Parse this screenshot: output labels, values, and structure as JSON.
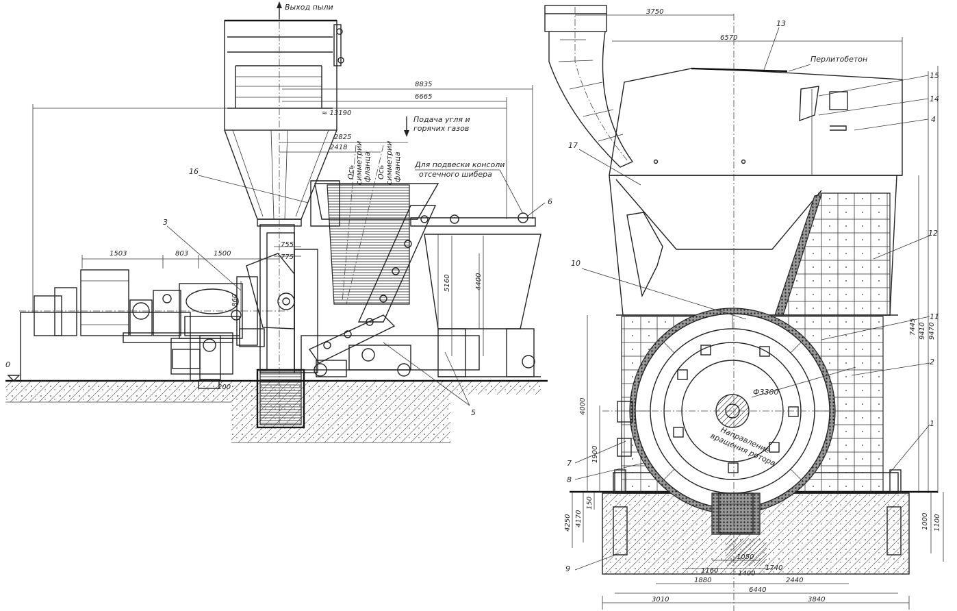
{
  "labels": {
    "dust_outlet": "Выход пыли",
    "coal_feed_line1": "Подача угля и",
    "coal_feed_line2": "горячих газов",
    "flange_axis_1_line1": "Ось",
    "flange_axis_1_line2": "симметрии",
    "flange_axis_1_line3": "фланца",
    "flange_axis_2_line1": "Ось",
    "flange_axis_2_line2": "симметрии",
    "flange_axis_2_line3": "фланца",
    "console_note_line1": "Для подвески консоли",
    "console_note_line2": "отсечного   шибера",
    "perlite": "Перлитобетон",
    "rotor_dir_line1": "Направление",
    "rotor_dir_line2": "вращения ротора",
    "diameter": "Ф3300",
    "zero_mark": "0"
  },
  "leaders": [
    "1",
    "2",
    "3",
    "4",
    "5",
    "6",
    "7",
    "8",
    "9",
    "10",
    "11",
    "12",
    "13",
    "14",
    "15",
    "16",
    "17"
  ],
  "dims_left": {
    "d13190": "≈ 13190",
    "d8835": "8835",
    "d6665": "6665",
    "d2825": "2825",
    "d2418": "2418",
    "d1503": "1503",
    "d803": "803",
    "d1500": "1500",
    "d860": "860",
    "d755": "755",
    "d775": "775",
    "d5160": "5160",
    "d4400": "4400",
    "d200": "200"
  },
  "dims_right": {
    "d3750": "3750",
    "d6570": "6570",
    "d7445": "7445",
    "d9410": "9410",
    "d9470": "9470",
    "d4000": "4000",
    "d1900": "1900",
    "d4250": "4250",
    "d4170": "4170",
    "d150": "150",
    "d1000": "1000",
    "d1100": "1100",
    "d1050": "1050",
    "d1160": "1160",
    "d1400": "1400",
    "d1740": "1740",
    "d1880": "1880",
    "d2440": "2440",
    "d6440": "6440",
    "d3010": "3010",
    "d3840": "3840"
  }
}
